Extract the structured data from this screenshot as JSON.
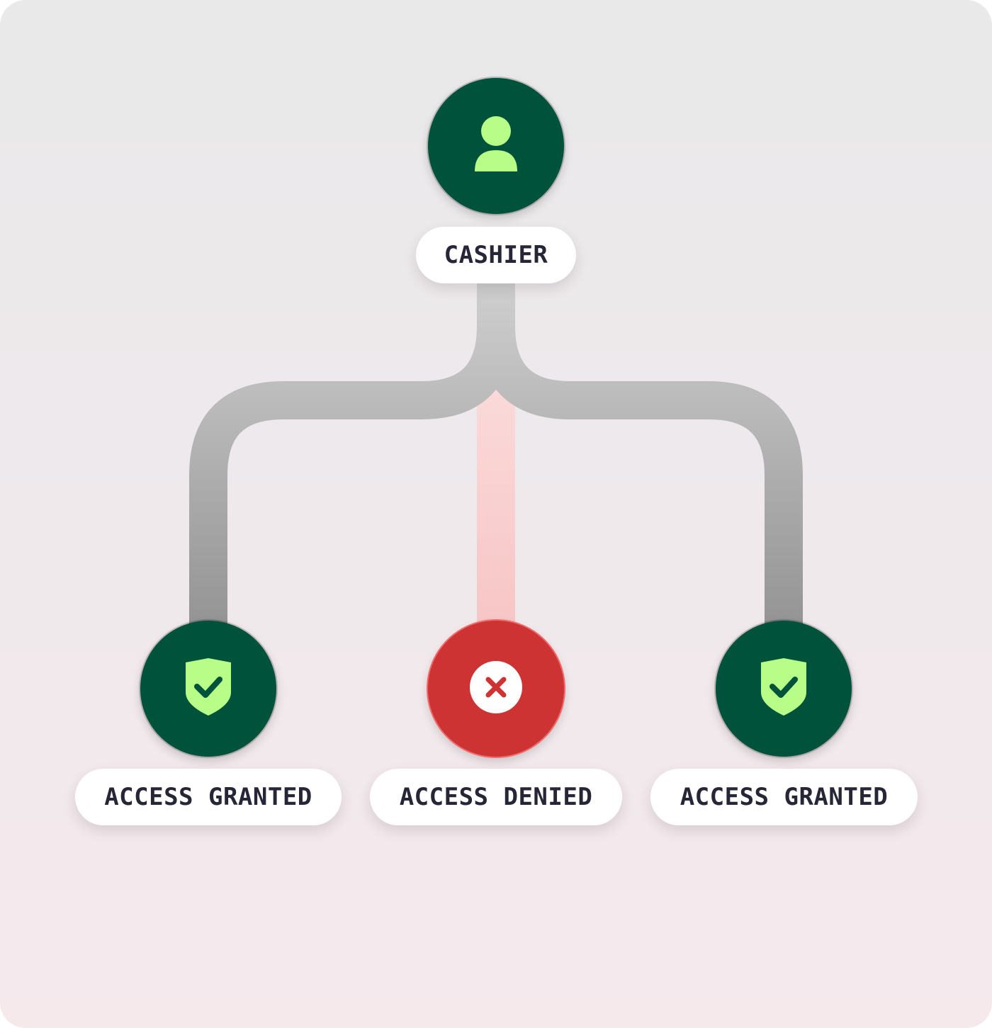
{
  "diagram": {
    "root": {
      "label": "CASHIER",
      "icon": "user-icon",
      "color": "#01523a"
    },
    "children": [
      {
        "label": "ACCESS GRANTED",
        "status": "granted",
        "icon": "shield-check-icon",
        "color": "#01523a"
      },
      {
        "label": "ACCESS DENIED",
        "status": "denied",
        "icon": "x-circle-icon",
        "color": "#cd3333"
      },
      {
        "label": "ACCESS GRANTED",
        "status": "granted",
        "icon": "shield-check-icon",
        "color": "#01523a"
      }
    ]
  },
  "colors": {
    "icon_accent": "#b7fd87",
    "connector_gray": "#b6b6b6",
    "connector_denied": "#f8caca",
    "label_text": "#262637"
  }
}
